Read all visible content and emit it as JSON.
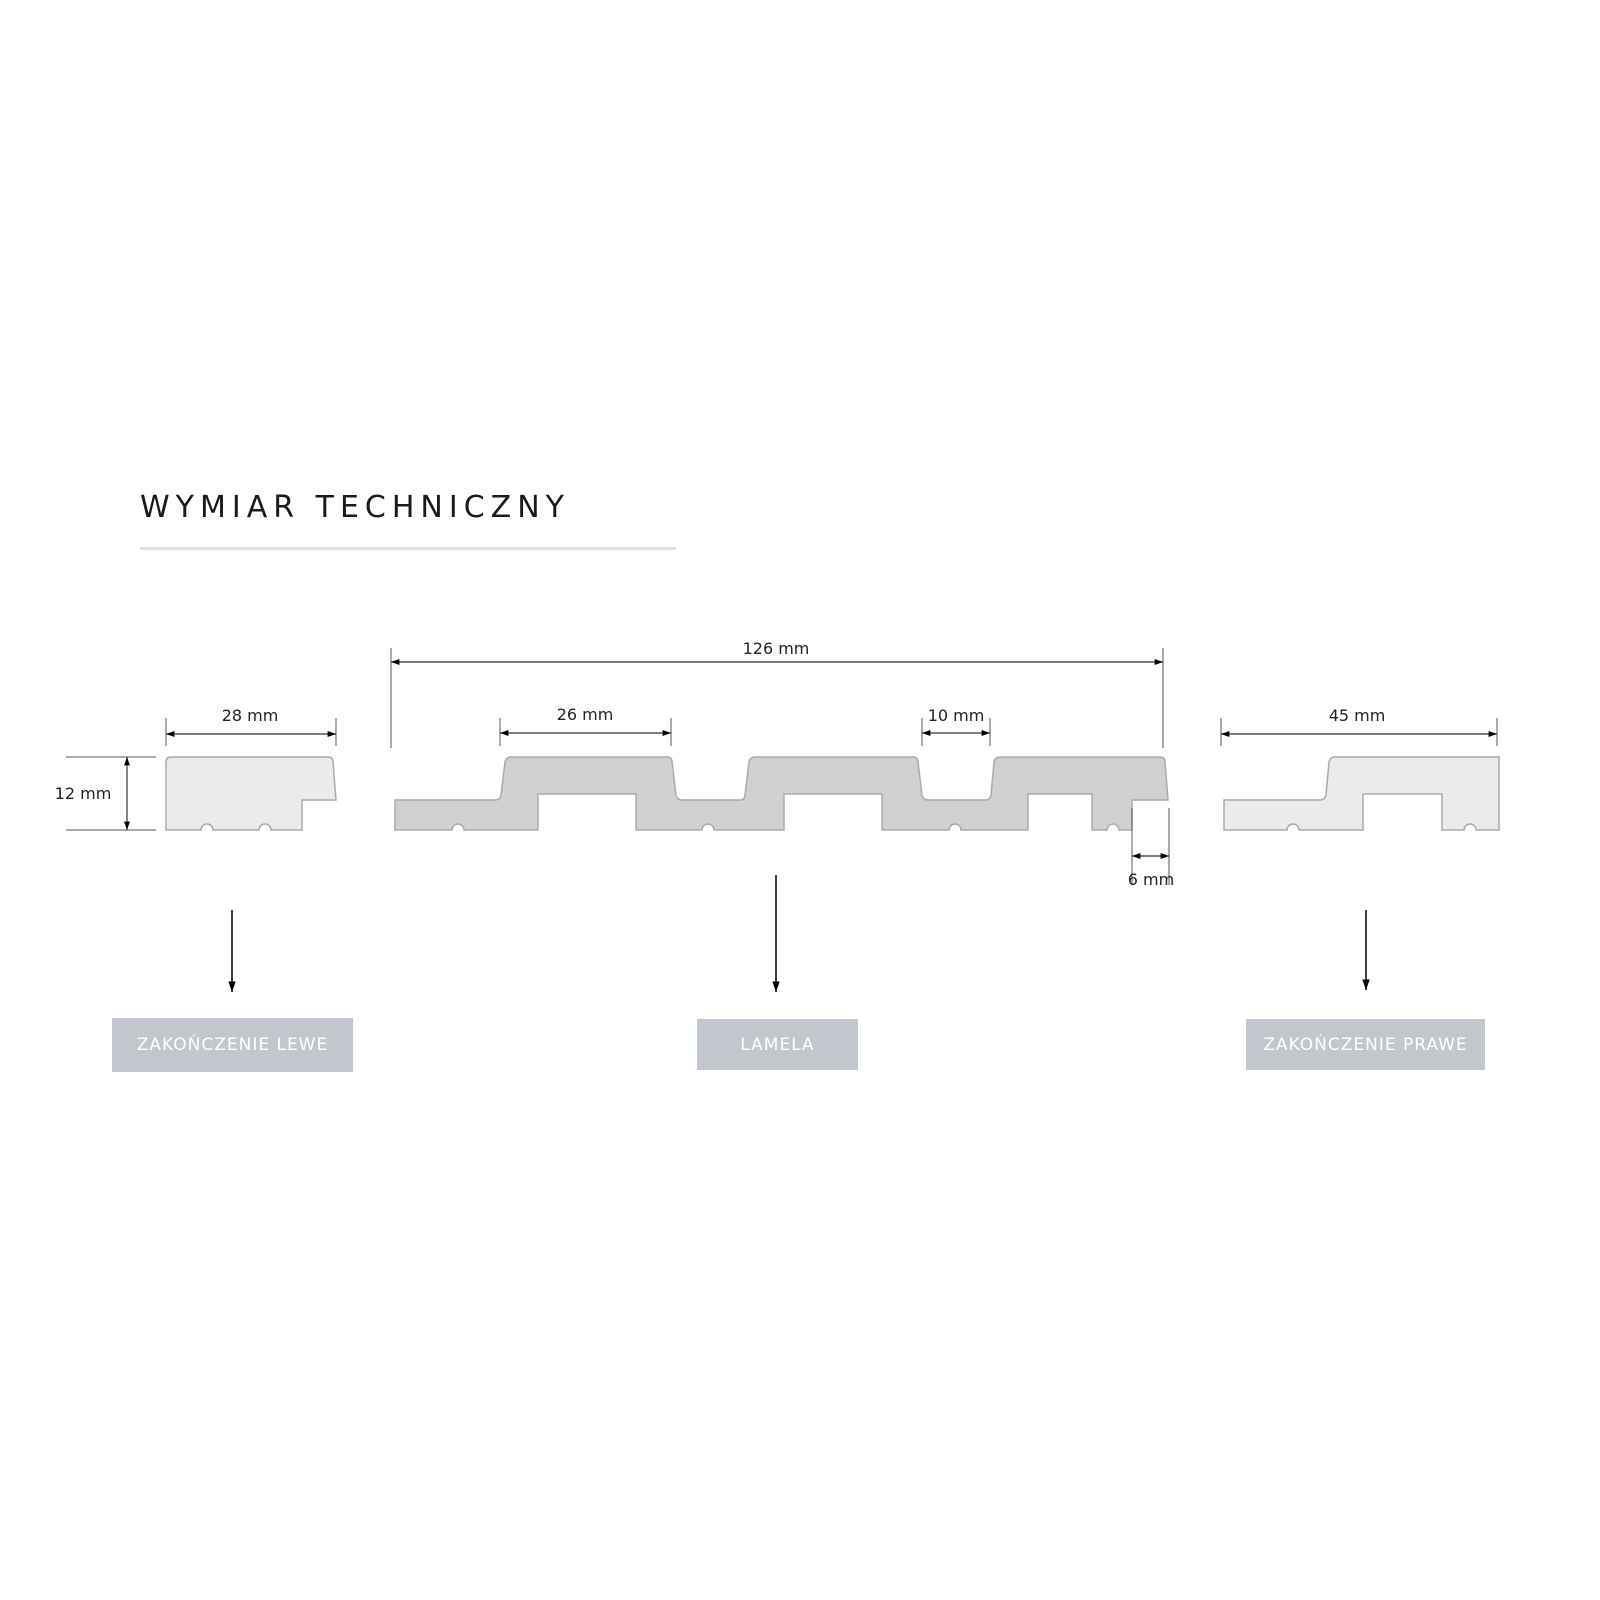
{
  "title": "WYMIAR TECHNICZNY",
  "dimensions": {
    "total_width": "126 mm",
    "left_end_width": "28 mm",
    "height": "12 mm",
    "rib_width": "26 mm",
    "groove_width": "10 mm",
    "overlap": "6 mm",
    "right_end_width": "45 mm"
  },
  "labels": {
    "left": "ZAKOŃCZENIE LEWE",
    "center": "LAMELA",
    "right": "ZAKOŃCZENIE PRAWE"
  },
  "colors": {
    "end_fill": "#edebe9",
    "lamela_fill": "#d0d0d0",
    "label_bg": "#c2c7ce"
  }
}
